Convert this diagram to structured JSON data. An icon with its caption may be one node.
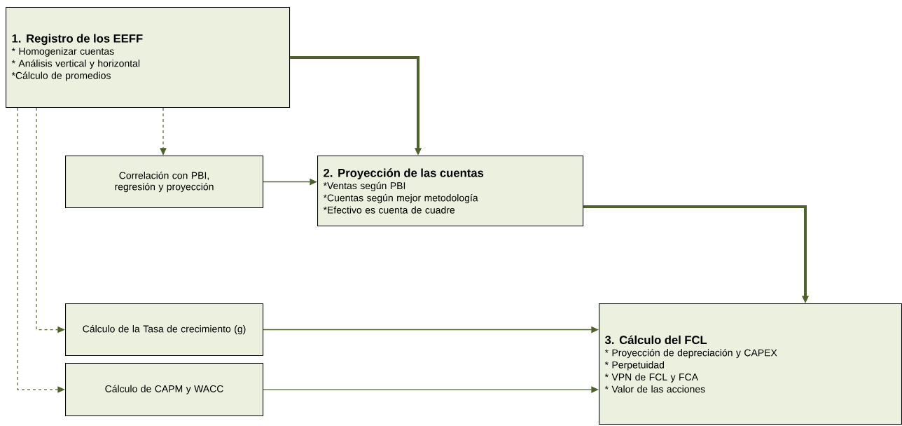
{
  "diagram": {
    "nodes": [
      {
        "text": [
          "1. Registro de los EEFF",
          "* Homogenizar cuentas",
          "* Análisis vertical y horizontal",
          "*Cálculo de promedios"
        ]
      },
      {
        "text": [
          "Correlación con PBI, regresión y proyección"
        ]
      },
      {
        "text": [
          "2. Proyección de las cuentas",
          "*Ventas según PBI",
          "*Cuentas según mejor metodología",
          "*Efectivo es cuenta de cuadre"
        ]
      },
      {
        "text": [
          "Cálculo de la Tasa de crecimiento (g)"
        ]
      },
      {
        "text": [
          "Cálculo de CAPM y WACC"
        ]
      },
      {
        "text": [
          "3. Cálculo del FCL",
          "* Proyección de depreciación y CAPEX",
          "* Perpetuidad",
          "* VPN de FCL y FCA",
          "* Valor de las acciones"
        ]
      }
    ],
    "edges": [
      {
        "from": 0,
        "to": 2,
        "arrow": "to",
        "style": "thick"
      },
      {
        "from": 0,
        "to": 1,
        "arrow": "to",
        "style": "dashed"
      },
      {
        "from": 0,
        "to": 3,
        "arrow": "to",
        "style": "dashed"
      },
      {
        "from": 0,
        "to": 4,
        "arrow": "to",
        "style": "dashed"
      },
      {
        "from": 1,
        "to": 2,
        "arrow": "to"
      },
      {
        "from": 2,
        "to": 5,
        "arrow": "to",
        "style": "thick"
      },
      {
        "from": 3,
        "to": 5,
        "arrow": "to"
      },
      {
        "from": 4,
        "to": 5,
        "arrow": "to"
      }
    ]
  }
}
